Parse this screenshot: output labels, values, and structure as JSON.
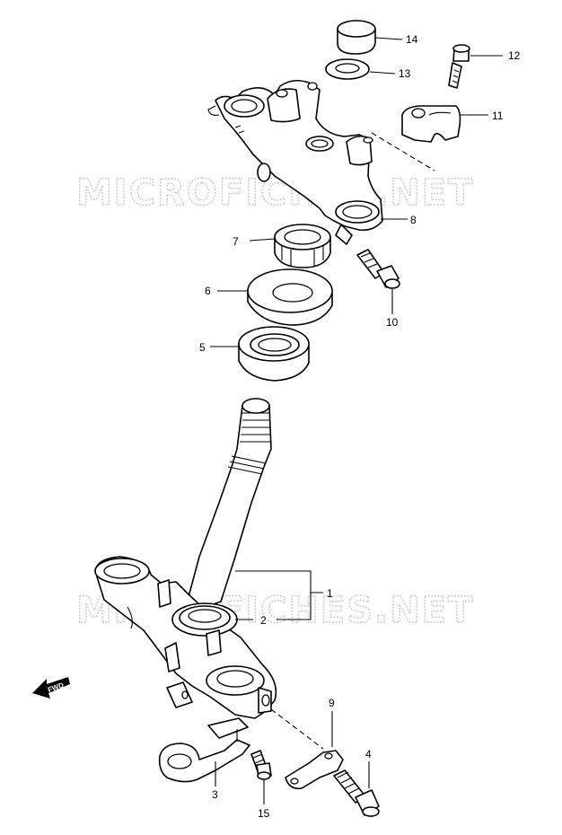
{
  "watermark": {
    "text": "MICROFICHES.NET",
    "stroke": "#c9c9c9"
  },
  "fwd_label": "FWD",
  "callouts": [
    {
      "id": "1",
      "label": "1"
    },
    {
      "id": "2",
      "label": "2"
    },
    {
      "id": "3",
      "label": "3"
    },
    {
      "id": "4",
      "label": "4"
    },
    {
      "id": "5",
      "label": "5"
    },
    {
      "id": "6",
      "label": "6"
    },
    {
      "id": "7",
      "label": "7"
    },
    {
      "id": "8",
      "label": "8"
    },
    {
      "id": "9",
      "label": "9"
    },
    {
      "id": "10",
      "label": "10"
    },
    {
      "id": "11",
      "label": "11"
    },
    {
      "id": "12",
      "label": "12"
    },
    {
      "id": "13",
      "label": "13"
    },
    {
      "id": "14",
      "label": "14"
    },
    {
      "id": "15",
      "label": "15"
    }
  ],
  "colors": {
    "line": "#000000",
    "paper": "#ffffff"
  }
}
